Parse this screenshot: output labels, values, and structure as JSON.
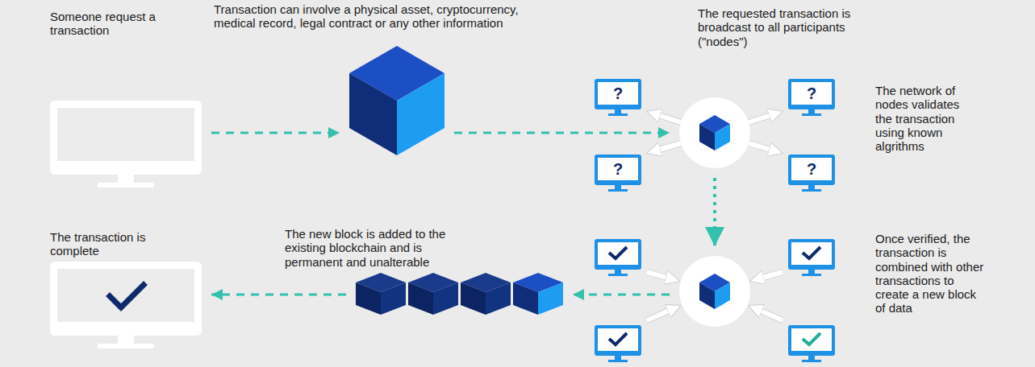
{
  "diagram": {
    "nodes": [
      {
        "text": [
          "Someone request a transaction"
        ]
      },
      {
        "text": [
          "Transaction can involve a physical asset, cryptocurrency, medical record, legal contract or any other information"
        ]
      },
      {
        "text": [
          "The requested transaction is broadcast to all participants (\"nodes\")",
          "The network of nodes validates the transaction using known algrithms"
        ]
      },
      {
        "text": [
          "Once verified, the transaction is combined with other transactions to create a new block of data"
        ]
      },
      {
        "text": [
          "The new block is added to the existing blockchain and is permanent and unalterable"
        ]
      },
      {
        "text": [
          "The transaction is complete"
        ]
      }
    ],
    "edges": [
      {
        "from": 0,
        "to": 1,
        "arrow": "to"
      },
      {
        "from": 1,
        "to": 2,
        "arrow": "to"
      },
      {
        "from": 2,
        "to": 3,
        "arrow": "to"
      },
      {
        "from": 3,
        "to": 4,
        "arrow": "to"
      },
      {
        "from": 4,
        "to": 5,
        "arrow": "to"
      }
    ],
    "labels": [
      "?",
      "?",
      "?",
      "?"
    ]
  }
}
